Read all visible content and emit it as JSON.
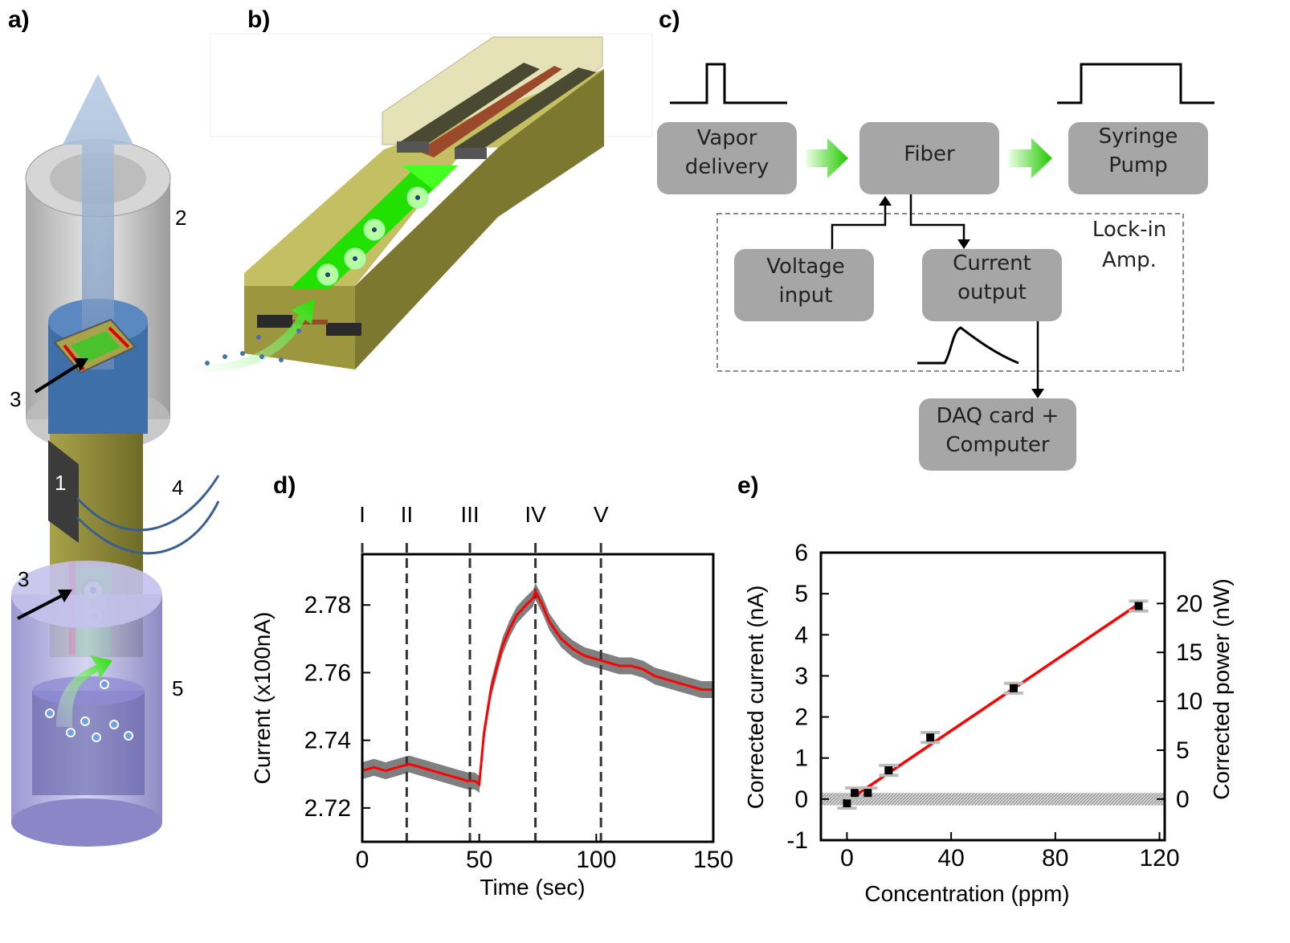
{
  "panels": {
    "a": "a)",
    "b": "b)",
    "c": "c)",
    "d": "d)",
    "e": "e)"
  },
  "panel_a": {
    "labels": [
      "2",
      "3",
      "1",
      "4",
      "3",
      "5"
    ]
  },
  "panel_c": {
    "boxes": {
      "vapor": [
        "Vapor",
        "delivery"
      ],
      "fiber": [
        "Fiber"
      ],
      "syringe": [
        "Syringe",
        "Pump"
      ],
      "voltage": [
        "Voltage",
        "input"
      ],
      "current": [
        "Current",
        "output"
      ],
      "daq": [
        "DAQ card +",
        "Computer"
      ]
    },
    "lockin": [
      "Lock-in",
      "Amp."
    ]
  },
  "colors": {
    "box_fill": "#a6a6a6",
    "trace_red": "#ff0000",
    "noise_gray": "#7f7f7f",
    "tube_olive": "#8f8a3c",
    "green": "#22e000"
  },
  "chart_data": [
    {
      "type": "line",
      "panel": "d",
      "xlabel": "Time (sec)",
      "ylabel": "Current (x100nA)",
      "xlim": [
        0,
        150
      ],
      "ylim": [
        2.71,
        2.795
      ],
      "xticks": [
        0,
        50,
        100,
        150
      ],
      "yticks": [
        2.72,
        2.74,
        2.76,
        2.78
      ],
      "ytick_labels": [
        "2.72",
        "2.74",
        "2.76",
        "2.78"
      ],
      "markers": [
        {
          "label": "I",
          "x": 0
        },
        {
          "label": "II",
          "x": 19
        },
        {
          "label": "III",
          "x": 46
        },
        {
          "label": "IV",
          "x": 74
        },
        {
          "label": "V",
          "x": 102
        }
      ],
      "noise_band": 0.0025,
      "series": [
        {
          "x": [
            0,
            5,
            10,
            15,
            20,
            25,
            30,
            35,
            40,
            45,
            48,
            50,
            52,
            55,
            58,
            60,
            63,
            66,
            70,
            73,
            74,
            77,
            80,
            85,
            90,
            95,
            100,
            105,
            110,
            115,
            120,
            125,
            130,
            135,
            140,
            145,
            150
          ],
          "y": [
            2.731,
            2.732,
            2.731,
            2.732,
            2.733,
            2.732,
            2.731,
            2.73,
            2.729,
            2.728,
            2.728,
            2.727,
            2.742,
            2.755,
            2.763,
            2.768,
            2.773,
            2.777,
            2.78,
            2.782,
            2.784,
            2.78,
            2.775,
            2.77,
            2.767,
            2.765,
            2.764,
            2.763,
            2.762,
            2.762,
            2.761,
            2.759,
            2.758,
            2.757,
            2.756,
            2.755,
            2.755
          ]
        }
      ]
    },
    {
      "type": "scatter",
      "panel": "e",
      "xlabel": "Concentration (ppm)",
      "ylabel": "Corrected current (nA)",
      "ylabel_right": "Corrected power (nW)",
      "xlim": [
        -10,
        122
      ],
      "ylim": [
        -1,
        6
      ],
      "xticks": [
        0,
        40,
        80,
        120
      ],
      "yticks": [
        -1,
        0,
        1,
        2,
        3,
        4,
        5,
        6
      ],
      "yticks_right": [
        0,
        5,
        10,
        15,
        20
      ],
      "right_scale": 4.2,
      "noise_band": [
        -0.15,
        0.15
      ],
      "points": [
        {
          "x": 0,
          "y": -0.1
        },
        {
          "x": 3,
          "y": 0.15
        },
        {
          "x": 8,
          "y": 0.15
        },
        {
          "x": 16,
          "y": 0.7
        },
        {
          "x": 32,
          "y": 1.5
        },
        {
          "x": 64,
          "y": 2.7
        },
        {
          "x": 112,
          "y": 4.7
        }
      ],
      "error_y": 0.12,
      "fit": {
        "x": [
          0,
          112
        ],
        "y": [
          -0.05,
          4.75
        ]
      }
    }
  ]
}
